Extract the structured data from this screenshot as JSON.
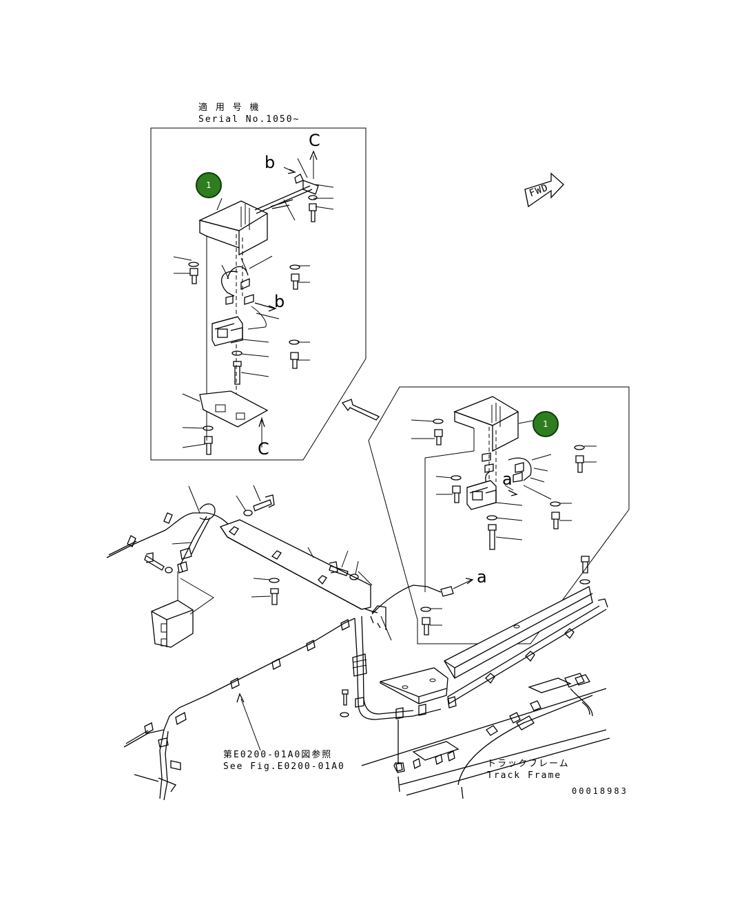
{
  "serial_label": {
    "jp": "適 用 号 機",
    "en": "Serial No.1050~"
  },
  "view_letters": {
    "b_top": "b",
    "b_mid": "b",
    "c_top": "C",
    "c_bottom": "C",
    "a_inset": "a",
    "a_lower": "a"
  },
  "fwd_label": "FWD",
  "callouts": [
    {
      "text": "1"
    },
    {
      "text": "1"
    }
  ],
  "see_fig": {
    "jp": "第E0200-01A0図参照",
    "en": "See Fig.E0200-01A0"
  },
  "track_frame": {
    "jp": "トラックフレーム",
    "en": "Track Frame"
  },
  "drawing_number": "00018983"
}
